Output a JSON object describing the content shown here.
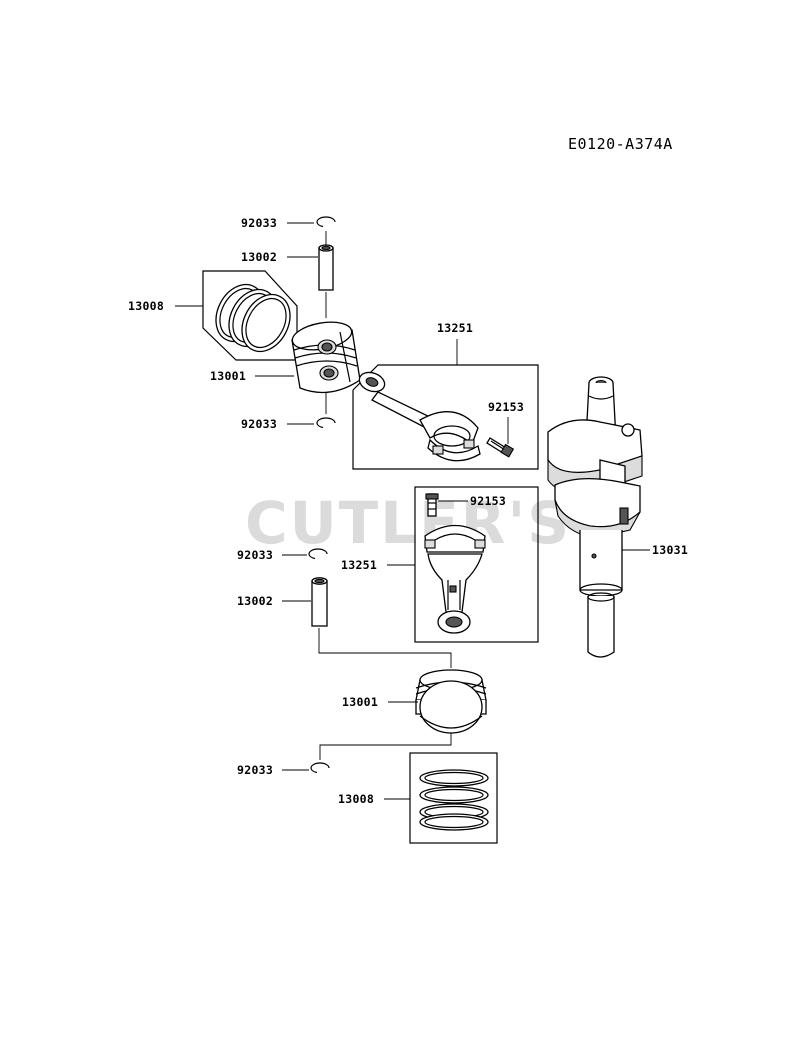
{
  "diagram_code": "E0120-A374A",
  "watermark": "CUTLER'S",
  "labels": {
    "snap_ring_upper_a": "92033",
    "piston_pin_upper": "13002",
    "ring_set_upper": "13008",
    "piston_upper": "13001",
    "snap_ring_upper_b": "92033",
    "connecting_rod_upper": "13251",
    "bolt_upper": "92153",
    "bolt_lower": "92153",
    "snap_ring_lower_a": "92033",
    "connecting_rod_lower": "13251",
    "crankshaft": "13031",
    "piston_pin_lower": "13002",
    "piston_lower": "13001",
    "snap_ring_lower_b": "92033",
    "ring_set_lower": "13008"
  }
}
